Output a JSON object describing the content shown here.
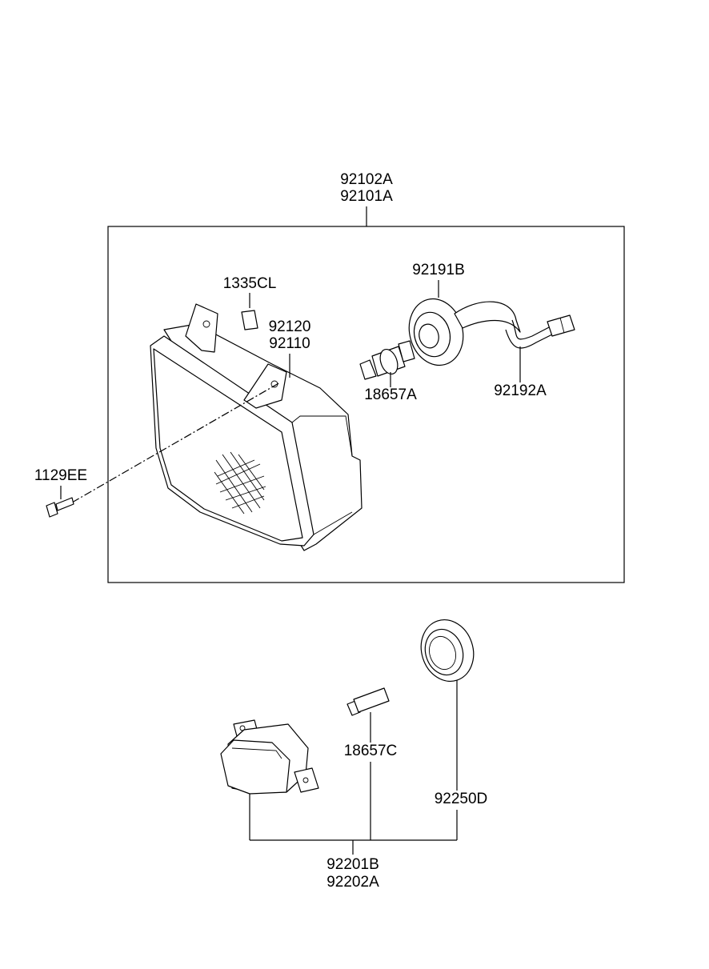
{
  "headlamp_assembly": {
    "part_numbers": [
      "92102A",
      "92101A"
    ]
  },
  "labels": {
    "clip": "1335CL",
    "lens_a": "92120",
    "lens_b": "92110",
    "socket": "92191B",
    "bulb": "18657A",
    "wiring": "92192A",
    "screw": "1129EE"
  },
  "foglamp_assembly": {
    "bulb": "18657C",
    "cover": "92250D",
    "part_numbers": [
      "92201B",
      "92202A"
    ]
  }
}
